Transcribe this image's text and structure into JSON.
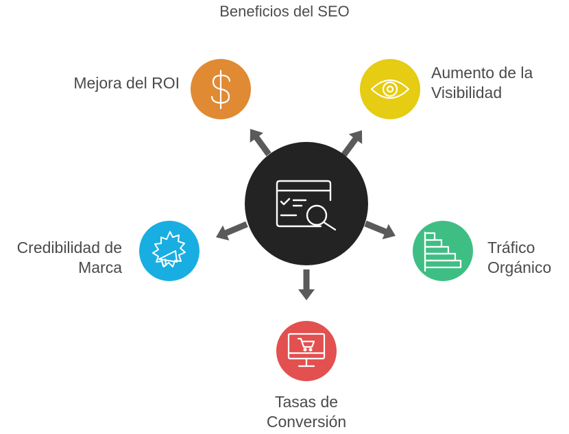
{
  "title": "Beneficios del SEO",
  "center": {
    "icon": "browser-search-icon",
    "color": "#232323"
  },
  "benefits": [
    {
      "id": "roi",
      "lines": [
        "Mejora del ROI"
      ],
      "icon": "dollar-icon",
      "color": "#e08a33"
    },
    {
      "id": "visibility",
      "lines": [
        "Aumento de la",
        "Visibilidad"
      ],
      "icon": "eye-icon",
      "color": "#e6cc12"
    },
    {
      "id": "traffic",
      "lines": [
        "Tráfico",
        "Orgánico"
      ],
      "icon": "bar-chart-icon",
      "color": "#3fbe84"
    },
    {
      "id": "conversion",
      "lines": [
        "Tasas de",
        "Conversión"
      ],
      "icon": "shopping-cart-monitor-icon",
      "color": "#e35050"
    },
    {
      "id": "brand",
      "lines": [
        "Credibilidad de",
        "Marca"
      ],
      "icon": "megaphone-icon",
      "color": "#19aee2"
    }
  ],
  "arrow_color": "#5a5a5a"
}
